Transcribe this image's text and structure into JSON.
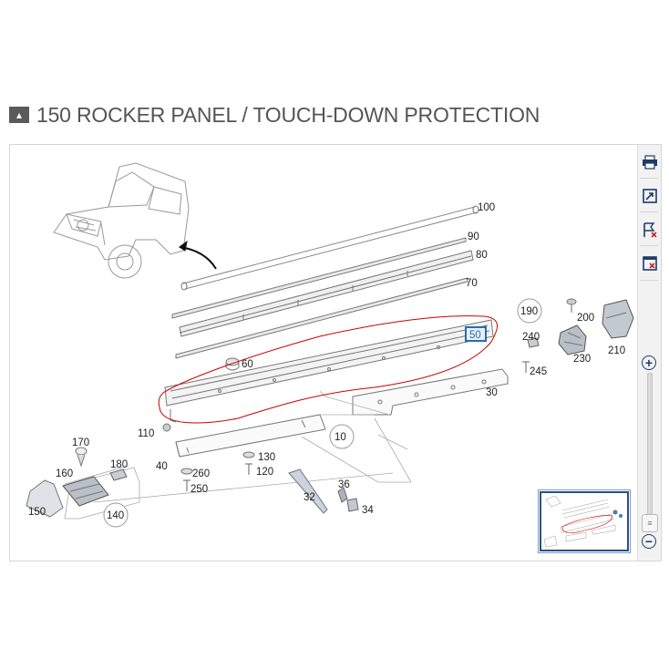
{
  "header": {
    "collapse_icon": "▴",
    "title": "150 ROCKER PANEL / TOUCH-DOWN PROTECTION"
  },
  "diagram": {
    "highlight_color": "#cc0000",
    "selected_part_color": "#2a6bb0",
    "part_labels": {
      "p10": "10",
      "p30": "30",
      "p32": "32",
      "p34": "34",
      "p36": "36",
      "p40": "40",
      "p50": "50",
      "p60": "60",
      "p70": "70",
      "p80": "80",
      "p90": "90",
      "p100": "100",
      "p110": "110",
      "p120": "120",
      "p130": "130",
      "p140": "140",
      "p150": "150",
      "p160": "160",
      "p170": "170",
      "p180": "180",
      "p190": "190",
      "p200": "200",
      "p210": "210",
      "p230": "230",
      "p240": "240",
      "p245": "245",
      "p250": "250",
      "p260": "260"
    }
  },
  "toolbar": {
    "print": "printer-icon",
    "open_new": "open-in-new-window-icon",
    "flag_remove": "flag-remove-icon",
    "close_window": "close-view-icon",
    "zoom_in": "+",
    "zoom_out": "−",
    "zoom_handle": "≡"
  }
}
